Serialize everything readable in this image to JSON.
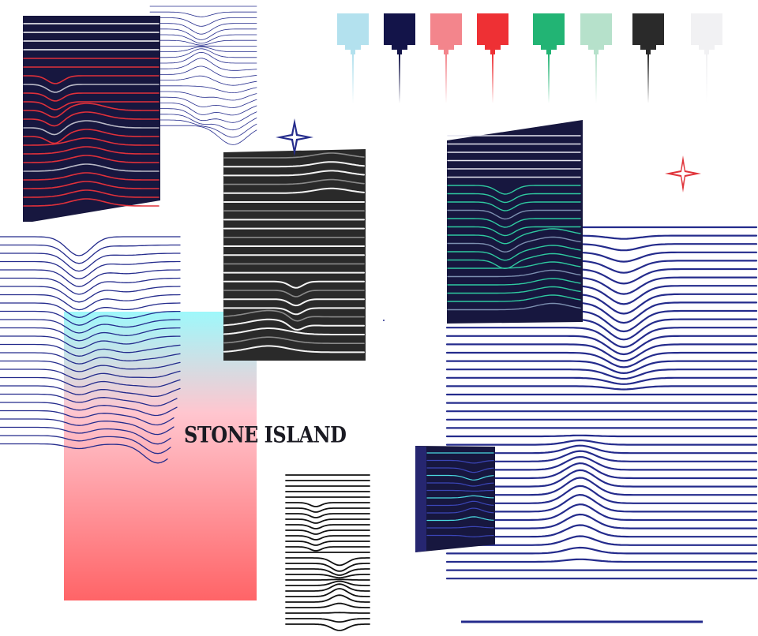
{
  "brand_text": "STONE ISLAND",
  "palette": [
    {
      "name": "light-blue",
      "color": "#b3e1ee"
    },
    {
      "name": "navy",
      "color": "#131449"
    },
    {
      "name": "salmon",
      "color": "#f3858c"
    },
    {
      "name": "red",
      "color": "#ee3034"
    },
    {
      "name": "green",
      "color": "#22b474"
    },
    {
      "name": "mint",
      "color": "#b6e1cb"
    },
    {
      "name": "charcoal",
      "color": "#2a2a2a"
    },
    {
      "name": "off-white",
      "color": "#f1f1f3"
    }
  ],
  "colors": {
    "line_blue": "#242b8c",
    "panel_navy": "#17173f",
    "panel_red_line": "#e0303a",
    "panel_charcoal": "#2a2a2a",
    "teal_line": "#2fc9a0",
    "gradient_top": "#9ef8fb",
    "gradient_mid": "#ffb8c4",
    "gradient_bottom": "#ff6467",
    "compass_blue": "#242b8c",
    "compass_red": "#e0343a"
  }
}
